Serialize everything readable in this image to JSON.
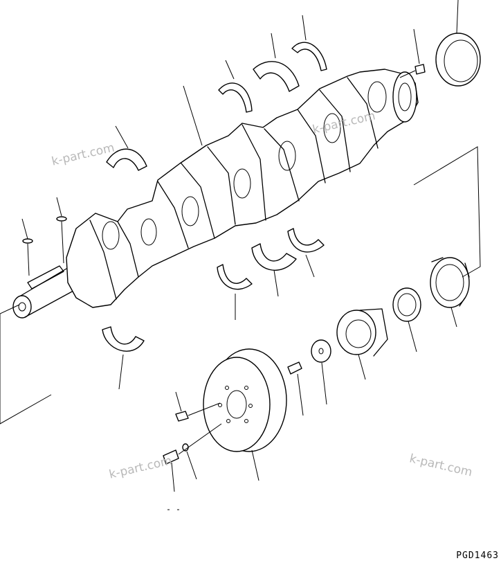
{
  "diagram": {
    "drawing_code": "PGD1463",
    "watermarks": [
      "k-part.com",
      "k-part.com",
      "k-part.com"
    ],
    "colors": {
      "line": "#000000",
      "background": "#ffffff",
      "watermark": "#b9b9b9"
    }
  }
}
